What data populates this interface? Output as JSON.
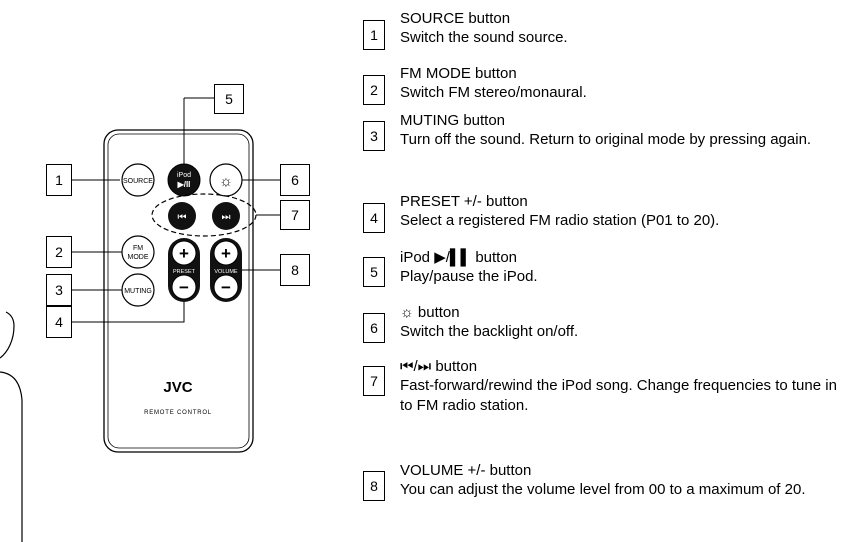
{
  "remote": {
    "brand": "JVC",
    "label": "REMOTE CONTROL",
    "buttons": {
      "source": "SOURCE",
      "ipod_top": "iPod",
      "ipod_bottom": "▶/II",
      "fm_top": "FM",
      "fm_bottom": "MODE",
      "muting": "MUTING",
      "plus": "+",
      "minus": "−",
      "preset": "PRESET",
      "volume": "VOLUME",
      "prev": "⏮",
      "next": "⏭",
      "backlight": "☼"
    }
  },
  "callouts": [
    "1",
    "2",
    "3",
    "4",
    "5",
    "6",
    "7",
    "8"
  ],
  "legend": [
    {
      "num": "1",
      "title": "SOURCE button",
      "desc": "Switch the sound source."
    },
    {
      "num": "2",
      "title": "FM MODE button",
      "desc": "Switch FM stereo/monaural."
    },
    {
      "num": "3",
      "title": "MUTING button",
      "desc": "Turn off the sound. Return to original mode by pressing again."
    },
    {
      "num": "4",
      "title": "PRESET +/- button",
      "desc": "Select a registered FM radio station (P01 to 20)."
    },
    {
      "num": "5",
      "title": "iPod ▶/▌▌ button",
      "desc": "Play/pause the iPod."
    },
    {
      "num": "6",
      "title": "☼ button",
      "desc": "Switch the backlight on/off."
    },
    {
      "num": "7",
      "title": "⏮/⏭ button",
      "desc": "Fast-forward/rewind the iPod song. Change frequencies to tune in to FM radio station."
    },
    {
      "num": "8",
      "title": "VOLUME +/- button",
      "desc": "You can adjust the volume level from 00 to a maximum of 20."
    }
  ]
}
